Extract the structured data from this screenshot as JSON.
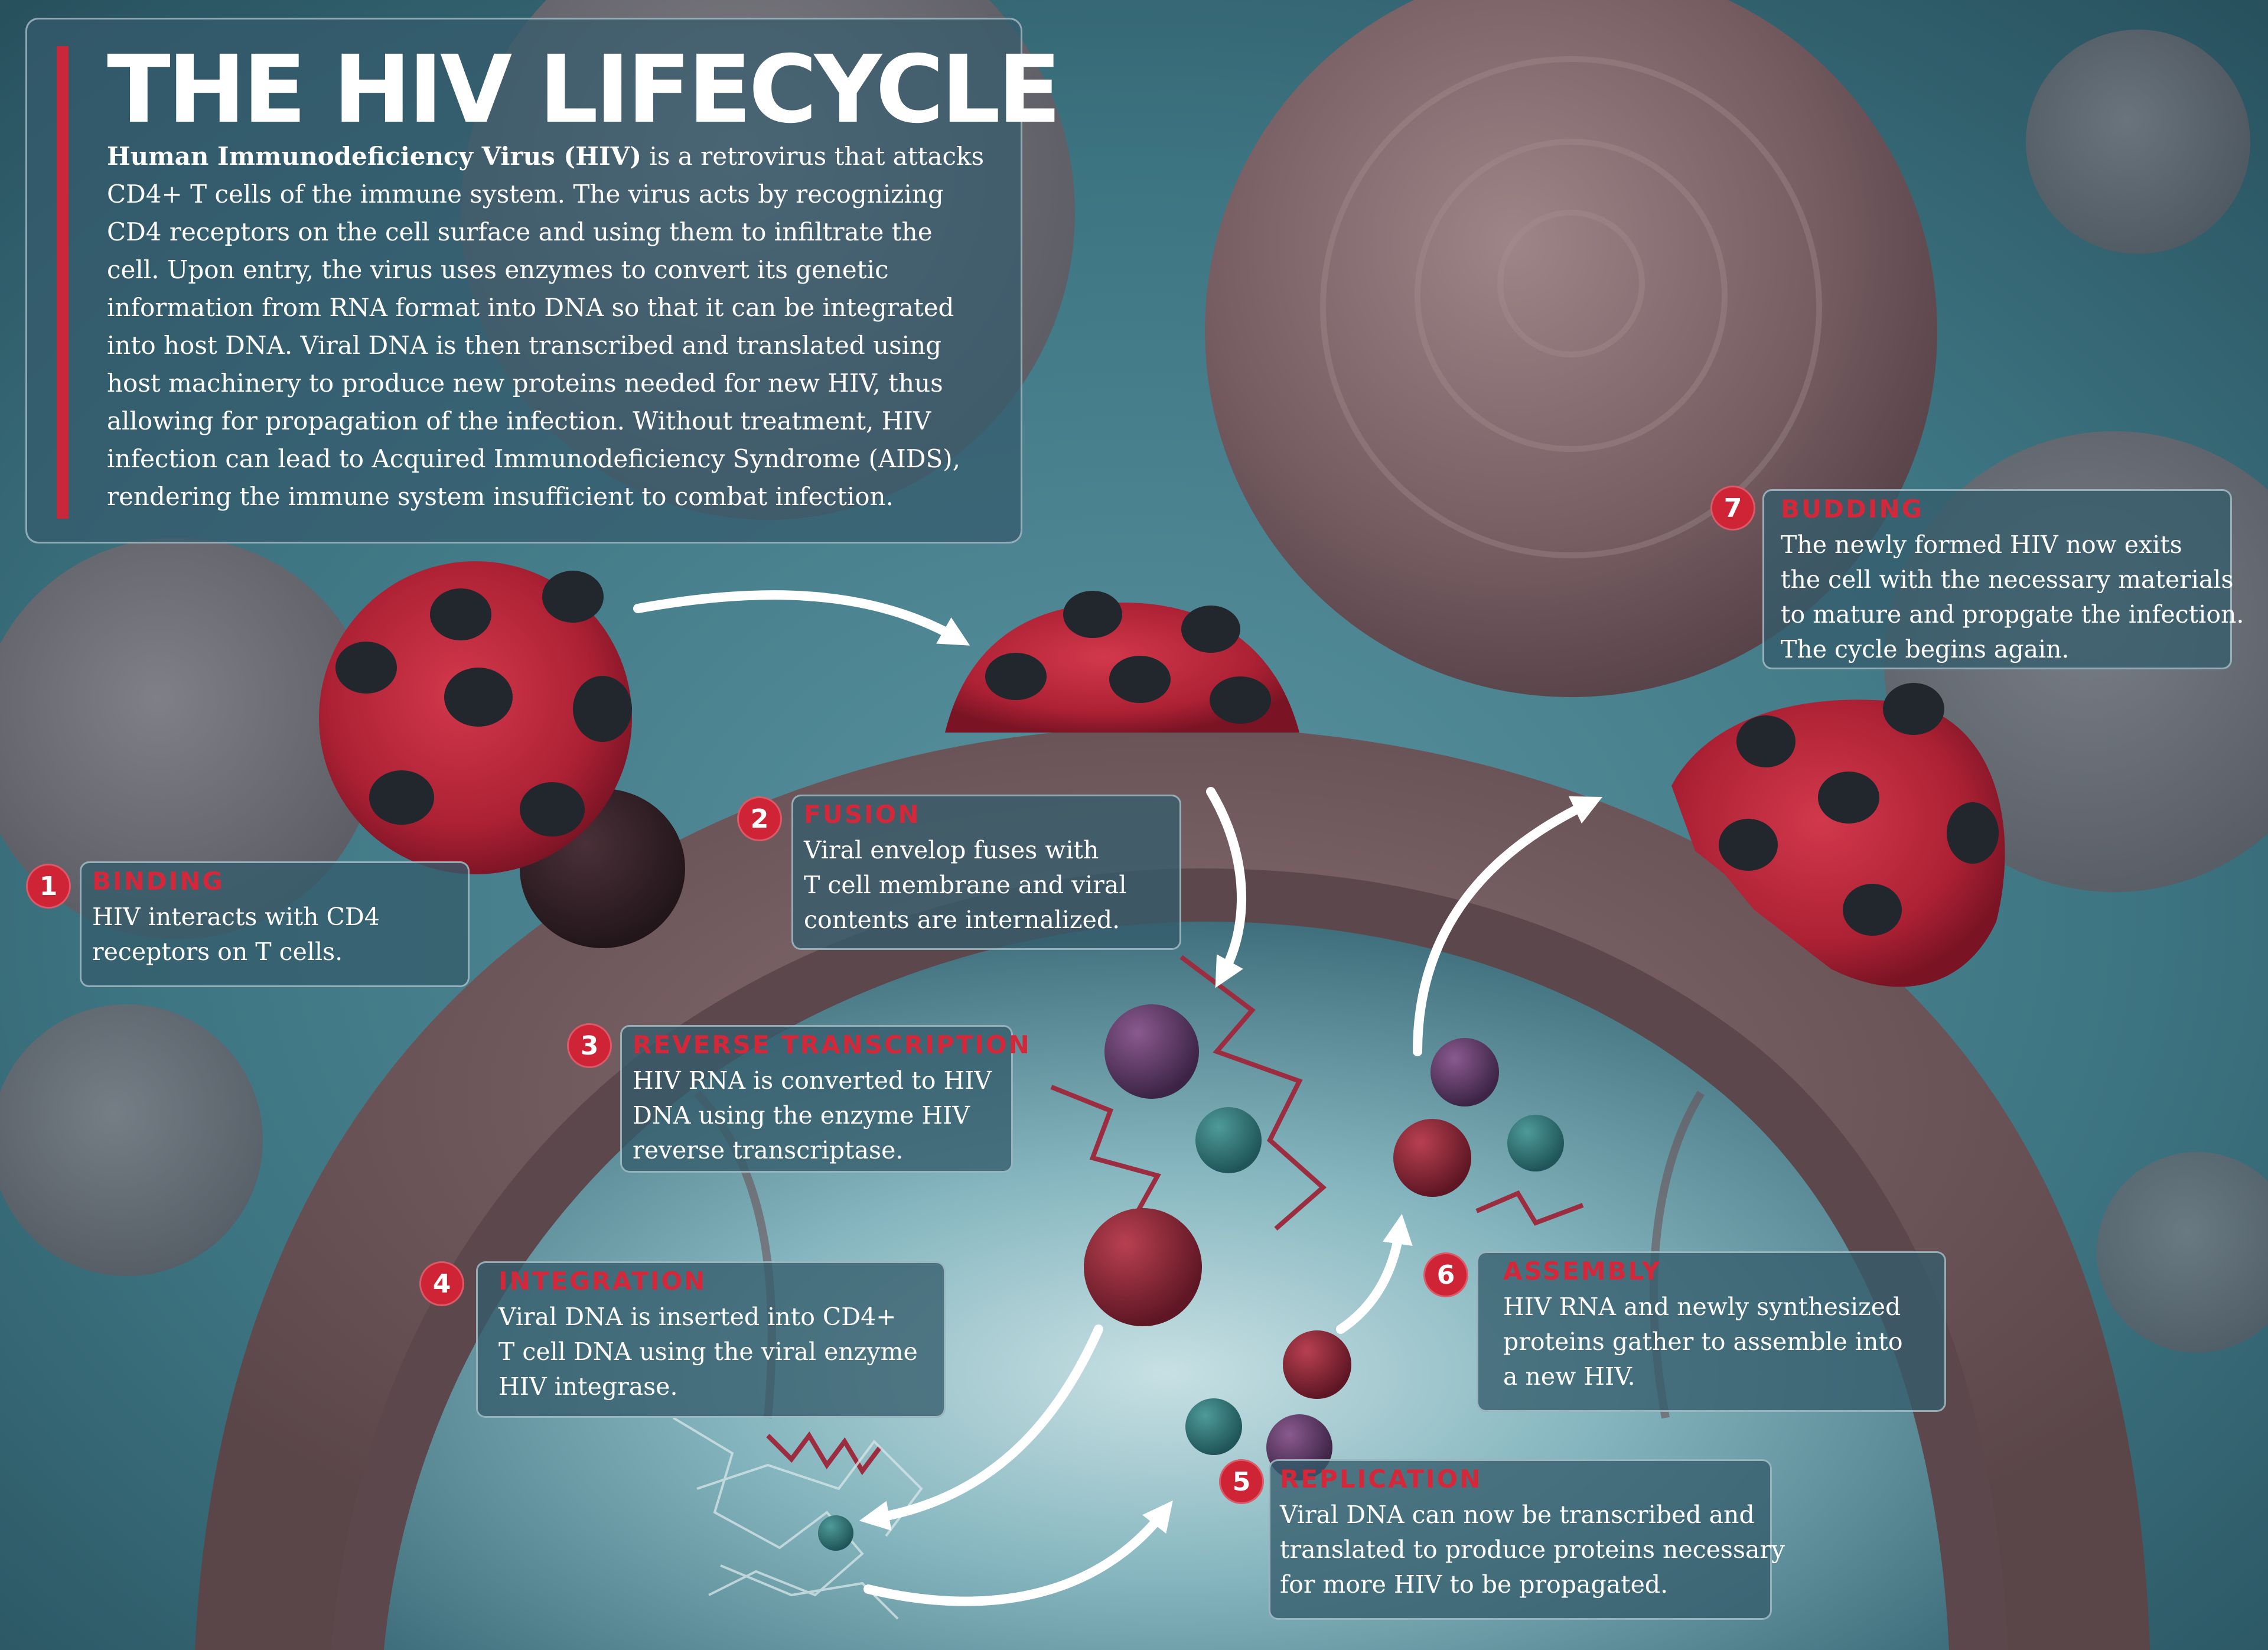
{
  "title": "THE HIV LIFECYCLE",
  "intro": {
    "bold_lead": "Human Immunodeficiency Virus (HIV)",
    "lines": [
      " is a retrovirus that attacks",
      "CD4+ T cells of the immune system. The virus acts by recognizing",
      "CD4 receptors on the cell surface  and using them to infiltrate the",
      "cell. Upon entry, the virus uses enzymes to convert its genetic",
      "information from RNA format into DNA so that it can be integrated",
      "into host DNA. Viral DNA is then transcribed and translated using",
      "host machinery to produce new proteins needed for new HIV, thus",
      "allowing for propagation of the infection.  Without treatment, HIV",
      "infection can lead to Acquired Immunodeficiency Syndrome (AIDS),",
      "rendering the immune system insufficient to combat infection."
    ]
  },
  "steps": [
    {
      "number": "1",
      "heading": "BINDING",
      "lines": [
        "HIV interacts with CD4",
        "receptors on T cells."
      ]
    },
    {
      "number": "2",
      "heading": "FUSION",
      "lines": [
        "Viral envelop fuses with",
        "T cell membrane and viral",
        "contents are internalized."
      ]
    },
    {
      "number": "3",
      "heading": "REVERSE TRANSCRIPTION",
      "lines": [
        "HIV RNA is converted to HIV",
        "DNA using the enzyme HIV",
        "reverse transcriptase."
      ]
    },
    {
      "number": "4",
      "heading": "INTEGRATION",
      "lines": [
        "Viral DNA is inserted into CD4+",
        "T cell DNA using the viral enzyme",
        "HIV integrase."
      ]
    },
    {
      "number": "5",
      "heading": "REPLICATION",
      "lines": [
        "Viral DNA can now be transcribed and",
        "translated to produce proteins necessary",
        "for more HIV to be propagated."
      ]
    },
    {
      "number": "6",
      "heading": "ASSEMBLY",
      "lines": [
        "HIV RNA and newly synthesized",
        "proteins gather to assemble into",
        "a new HIV."
      ]
    },
    {
      "number": "7",
      "heading": "BUDDING",
      "lines": [
        "The newly formed HIV now exits",
        "the cell with the necessary materials",
        "to mature and propgate the infection.",
        "The cycle begins again."
      ]
    }
  ],
  "colors": {
    "background": "#3c7480",
    "accent_red": "#cf2336",
    "virus_red": "#b52236",
    "receptor_dark": "#23272e",
    "cell_mauve": "#7e6468",
    "panel": "#345a6c"
  }
}
